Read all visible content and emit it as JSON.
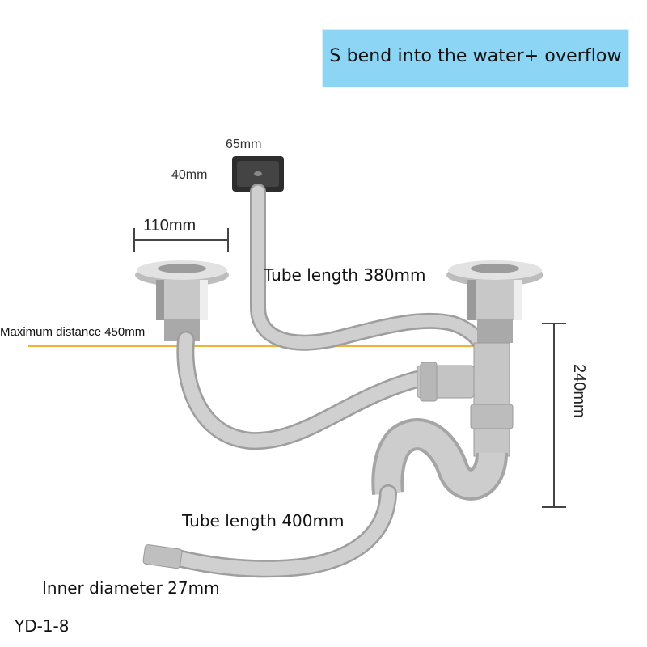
{
  "banner": {
    "text": "S bend into the water+ overflow"
  },
  "labels": {
    "overflow_width": "65mm",
    "overflow_height": "40mm",
    "strainer_diameter": "110mm",
    "tube_length_upper": "Tube length 380mm",
    "max_distance": "Maximum distance 450mm",
    "trap_height": "240mm",
    "tube_length_lower": "Tube length 400mm",
    "inner_diameter": "Inner diameter 27mm",
    "model": "YD-1-8"
  },
  "colors": {
    "banner": "#8dd5f5",
    "guide_line": "#f2b233",
    "pipe": "#c9c9c9",
    "pipe_edge": "#9e9e9e",
    "steel": "#d6d6d6"
  }
}
